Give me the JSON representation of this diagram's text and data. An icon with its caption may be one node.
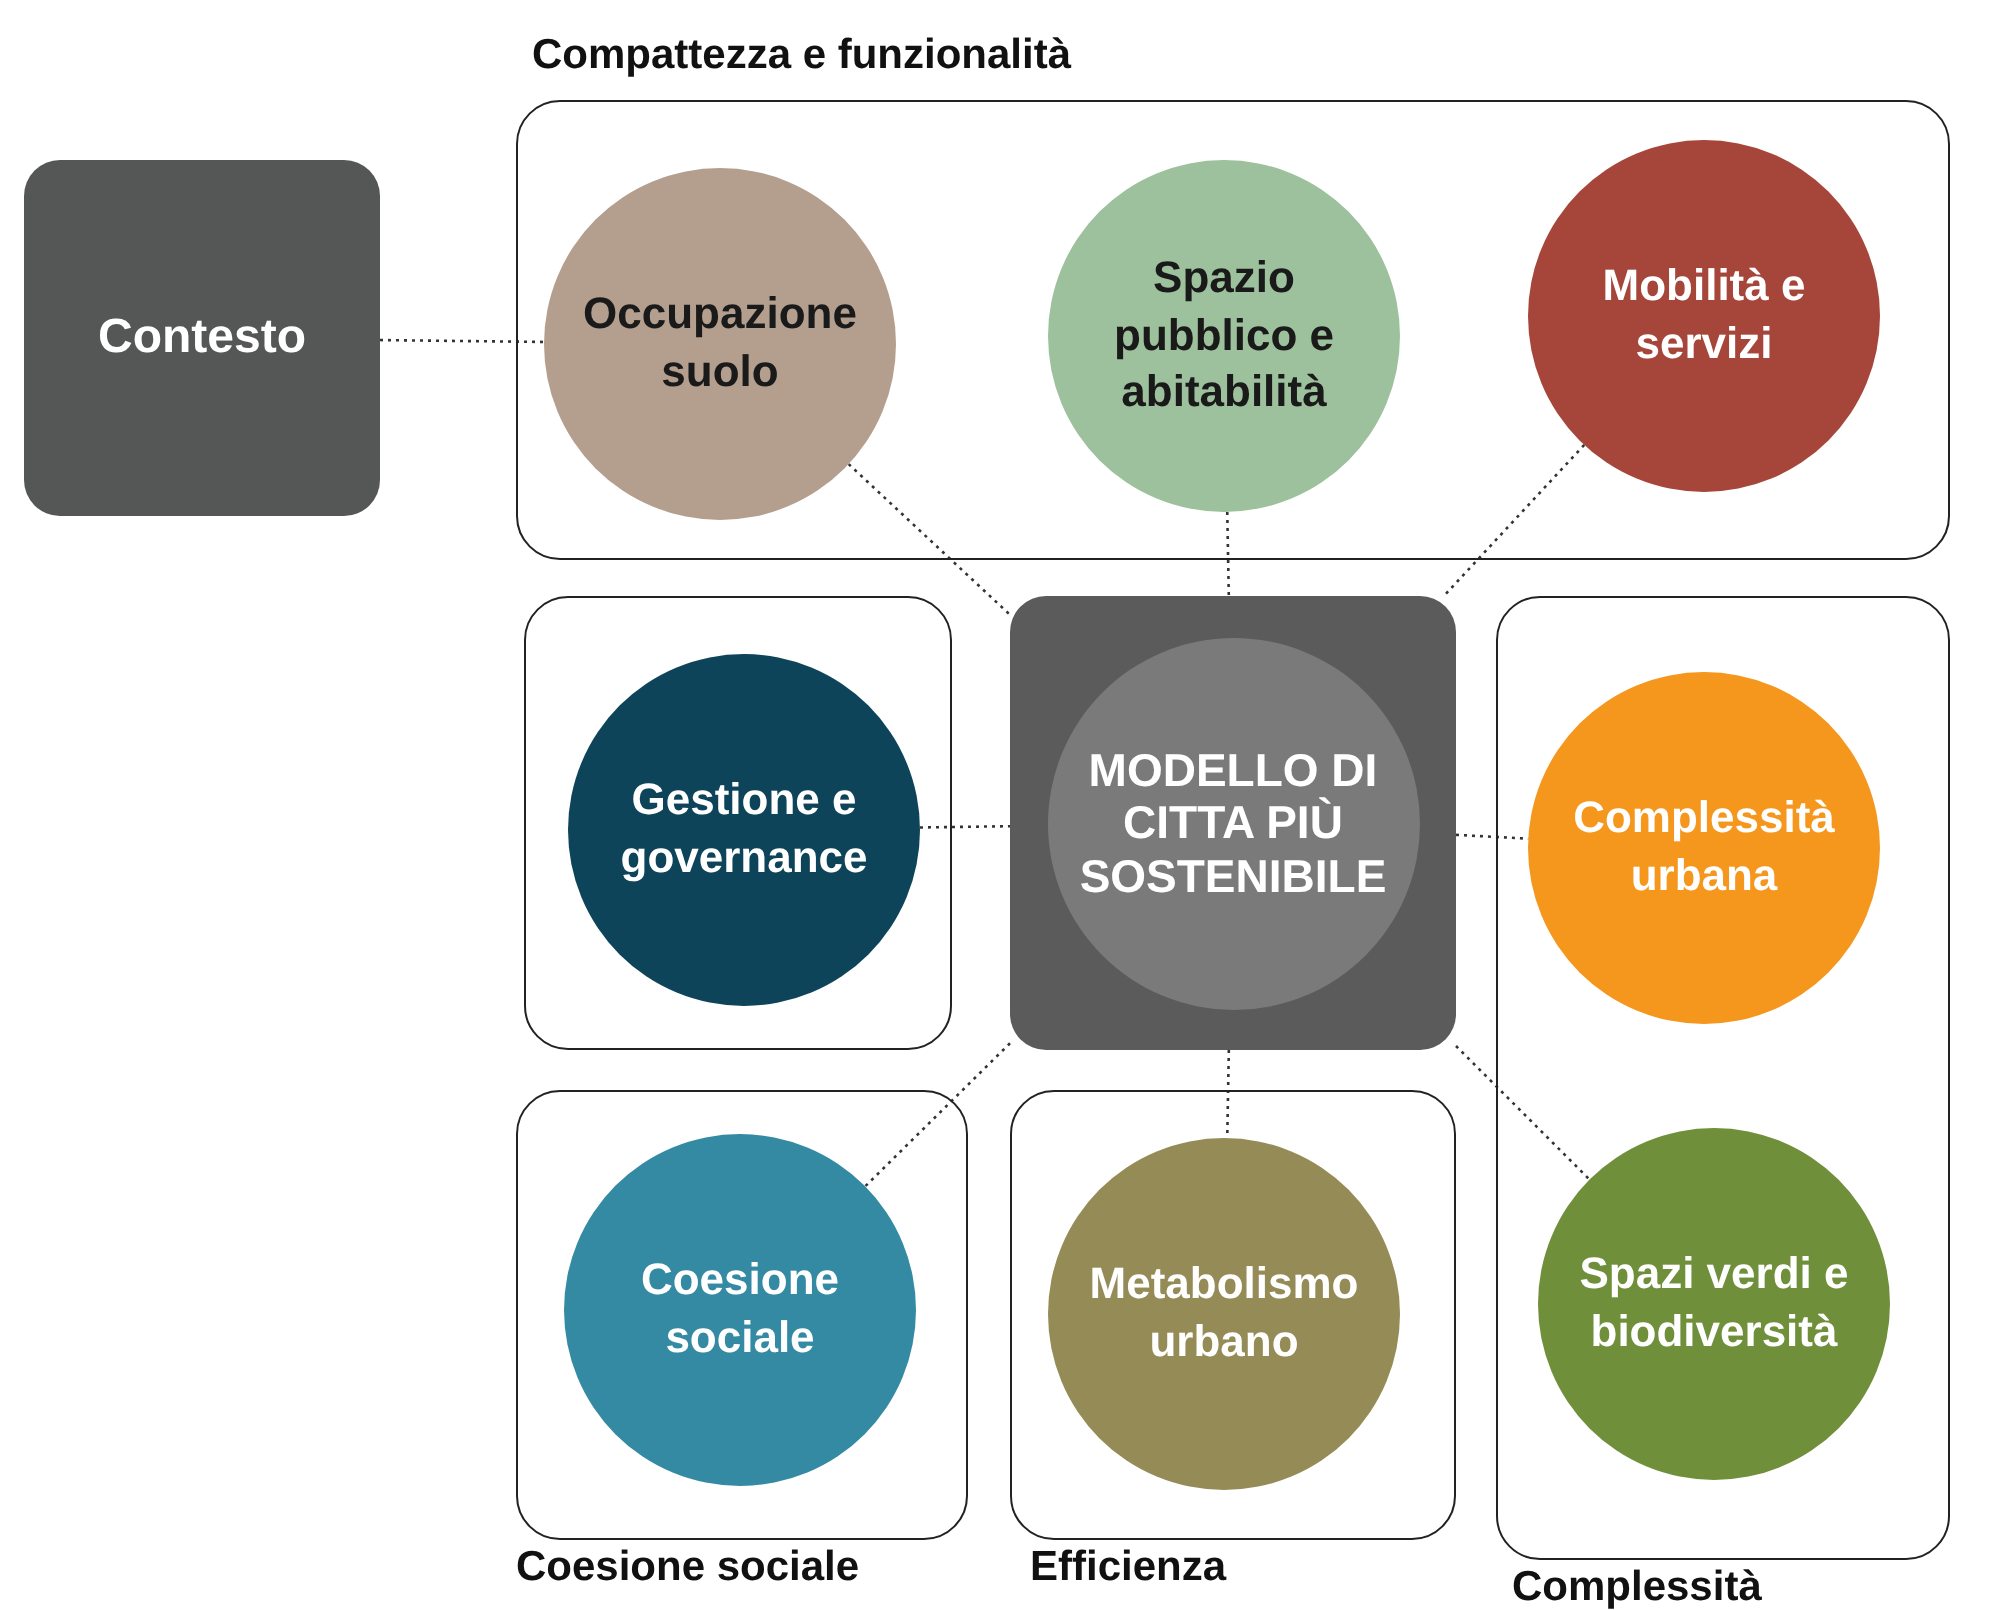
{
  "diagram": {
    "nodes": [
      {
        "text": [
          "Compattezza e funzionalità"
        ]
      },
      {
        "text": [
          "Contesto"
        ]
      },
      {
        "text": [
          "Occupazione suolo"
        ],
        "in": 0
      },
      {
        "text": [
          "Spazio pubblico e abitabilità"
        ],
        "in": 0
      },
      {
        "text": [
          "Mobilità e servizi"
        ],
        "in": 0
      },
      {
        "text": [
          "MODELLO DI CITTA PIÙ SOSTENIBILE"
        ]
      },
      {
        "text": [],
        "shape": "box"
      },
      {
        "text": [
          "Gestione e governance"
        ],
        "in": 6
      },
      {
        "text": [
          "Complessità"
        ]
      },
      {
        "text": [
          "Complessità urbana"
        ],
        "in": 8
      },
      {
        "text": [
          "Spazi verdi e biodiversità"
        ],
        "in": 8
      },
      {
        "text": [
          "Coesione sociale"
        ]
      },
      {
        "text": [
          "Coesione sociale"
        ],
        "in": 11
      },
      {
        "text": [
          "Efficienza"
        ]
      },
      {
        "text": [
          "Metabolismo urbano"
        ],
        "in": 13
      }
    ],
    "edges": [
      {
        "from": 1,
        "to": 2,
        "arrow": "none"
      },
      {
        "from": 2,
        "to": 5,
        "arrow": "none"
      },
      {
        "from": 3,
        "to": 5,
        "arrow": "none"
      },
      {
        "from": 4,
        "to": 5,
        "arrow": "none"
      },
      {
        "from": 7,
        "to": 5,
        "arrow": "none"
      },
      {
        "from": 5,
        "to": 9,
        "arrow": "none"
      },
      {
        "from": 5,
        "to": 12,
        "arrow": "none"
      },
      {
        "from": 5,
        "to": 14,
        "arrow": "none"
      },
      {
        "from": 5,
        "to": 10,
        "arrow": "none"
      }
    ]
  }
}
